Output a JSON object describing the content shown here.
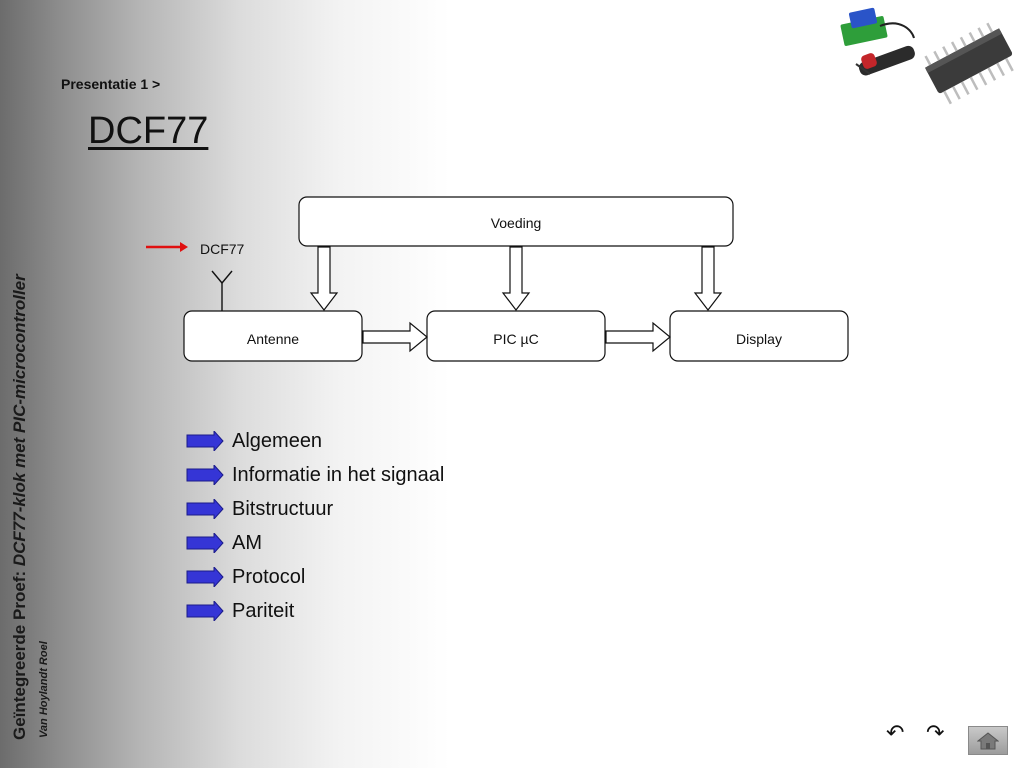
{
  "sidebar": {
    "title_bold": "Geïntegreerde Proef:",
    "title_italic": "DCF77-klok met PIC-microcontroller",
    "author": "Van Hoylandt Roel"
  },
  "breadcrumb": "Presentatie 1 >",
  "page_title": "DCF77",
  "diagram": {
    "signal_label": "DCF77",
    "power": "Voeding",
    "antenna": "Antenne",
    "mcu": "PIC µC",
    "display": "Display"
  },
  "menu": {
    "items": [
      "Algemeen",
      "Informatie in het signaal",
      "Bitstructuur",
      "AM",
      "Protocol",
      "Pariteit"
    ]
  },
  "nav": {
    "back_glyph": "↶",
    "forward_glyph": "↷"
  },
  "colors": {
    "menu_arrow": "#3535d6",
    "signal_arrow": "#e01010"
  }
}
